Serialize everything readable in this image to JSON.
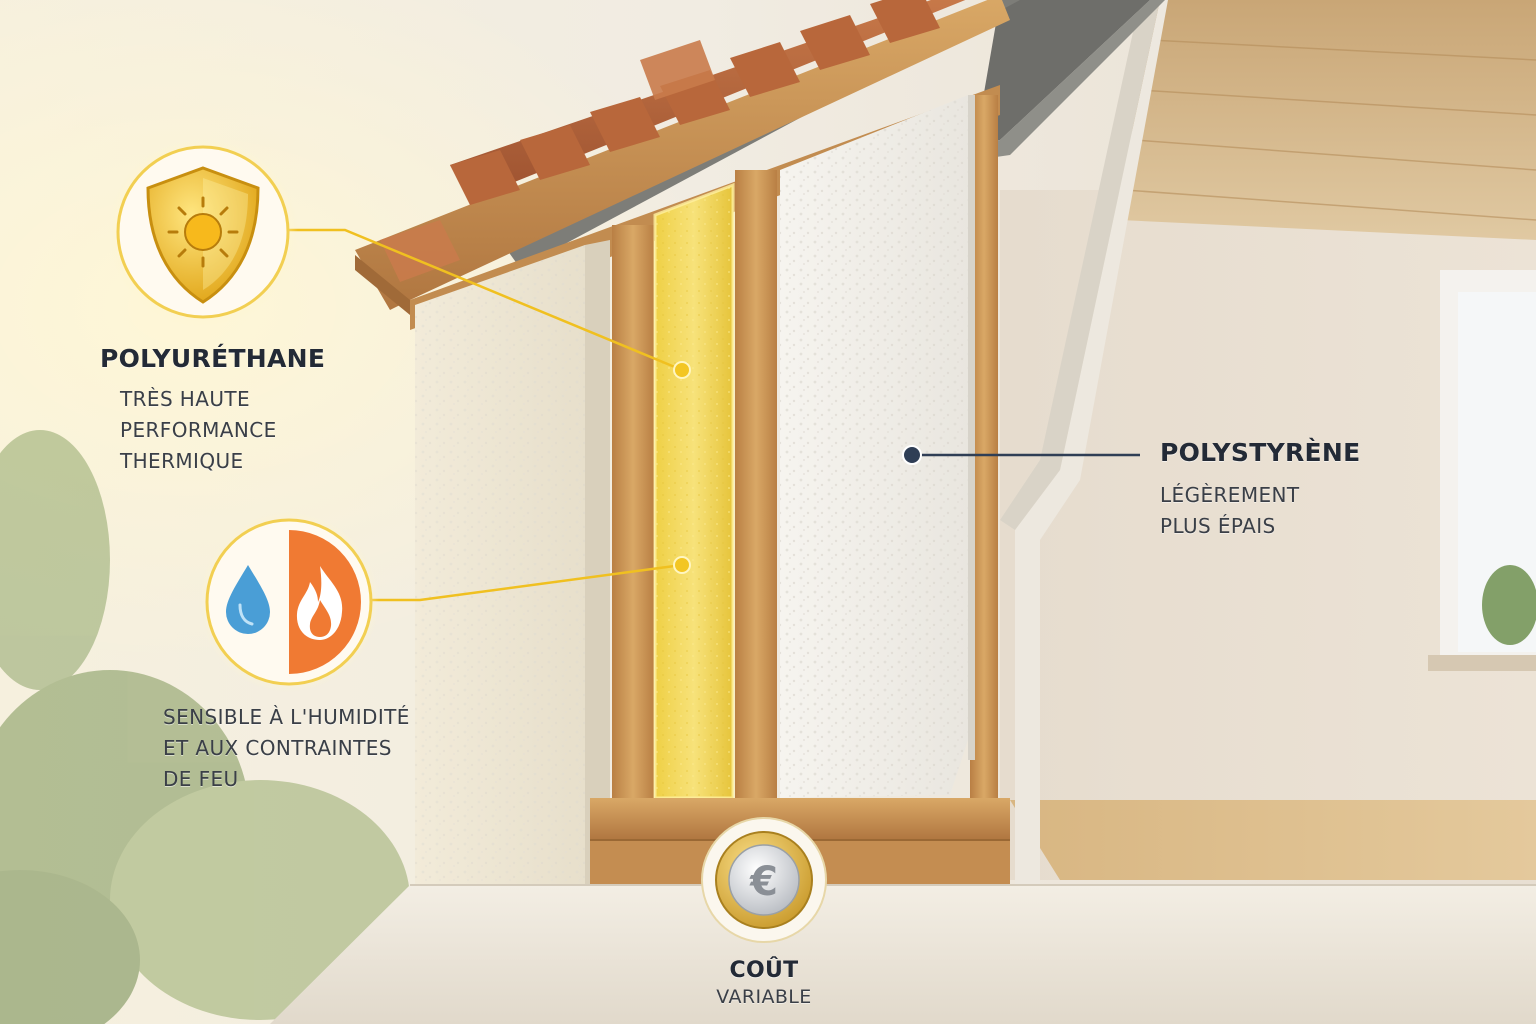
{
  "callouts": {
    "polyurethane": {
      "title": "POLYURÉTHANE",
      "lines": [
        "TRÈS HAUTE",
        "PERFORMANCE",
        "THERMIQUE"
      ]
    },
    "sensitivity": {
      "lines": [
        "SENSIBLE À L'HUMIDITÉ",
        "ET AUX CONTRAINTES",
        "DE FEU"
      ]
    },
    "polystyrene": {
      "title": "POLYSTYRÈNE",
      "lines": [
        "LÉGÈREMENT",
        "PLUS ÉPAIS"
      ]
    },
    "cost": {
      "title": "COÛT",
      "lines": [
        "VARIABLE"
      ]
    }
  },
  "icons": {
    "shield": "shield-sun-icon",
    "water_fire": "water-fire-icon",
    "coin": "euro-coin-icon"
  },
  "colors": {
    "accent_gold": "#f0c020",
    "polyurethane_yellow": "#f3dc55",
    "polystyrene_white": "#f4f2ec",
    "wood": "#c8955a",
    "roof_tile": "#b9683f",
    "water_blue": "#4a9ed6",
    "fire_orange": "#f07a33",
    "polystyrene_pointer": "#2f3e55"
  }
}
